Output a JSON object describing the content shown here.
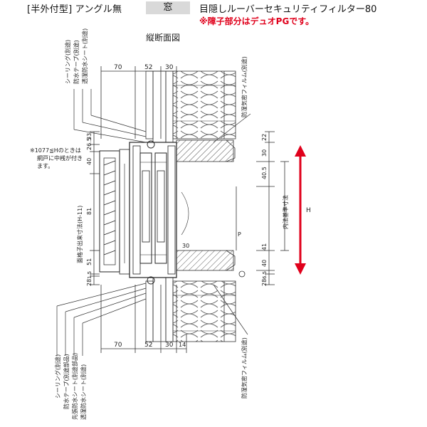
{
  "header": {
    "type_label": "[半外付型] アングル無",
    "window_label": "窓",
    "product_label": "目隠しルーバーセキュリティフィルター80",
    "note_red": "※障子部分はデュオPGです。"
  },
  "diagram": {
    "section_title": "縦断面図",
    "top_dims": [
      "70",
      "52",
      "30"
    ],
    "bottom_dims": [
      "70",
      "52",
      "30",
      "14"
    ],
    "left_dims": [
      "33",
      "26.5",
      "40",
      "81",
      "51",
      "1.5",
      "28"
    ],
    "right_dims": [
      "22",
      "30",
      "40.5",
      "41",
      "40",
      "6.5",
      "28"
    ],
    "labels": {
      "sealing_top": "シーリング(別途)",
      "tape_top": "防水テープ(別途)",
      "sheet_top": "透湿防水シート(別途)",
      "film_top": "防湿気密フィルム(別途)",
      "note_left_1": "※1077≦Hのときは",
      "note_left_2": "網戸に中桟が付き",
      "note_left_3": "ます。",
      "dim_lattice": "面格子出来寸法(H-11)",
      "dim_inner": "内法基準寸法",
      "dim_h": "H",
      "dim_p": "P",
      "dim_30": "30",
      "film_bottom": "防湿気密フィルム(別途)",
      "sealing_bottom": "シーリング(別途)",
      "tape_bottom": "防水テープ(別途部品)",
      "sheet_bottom_1": "先張防水シート(別途部品)",
      "sheet_bottom_2": "透湿防水シート(別途)"
    },
    "arrow_color": "#e0001b"
  }
}
